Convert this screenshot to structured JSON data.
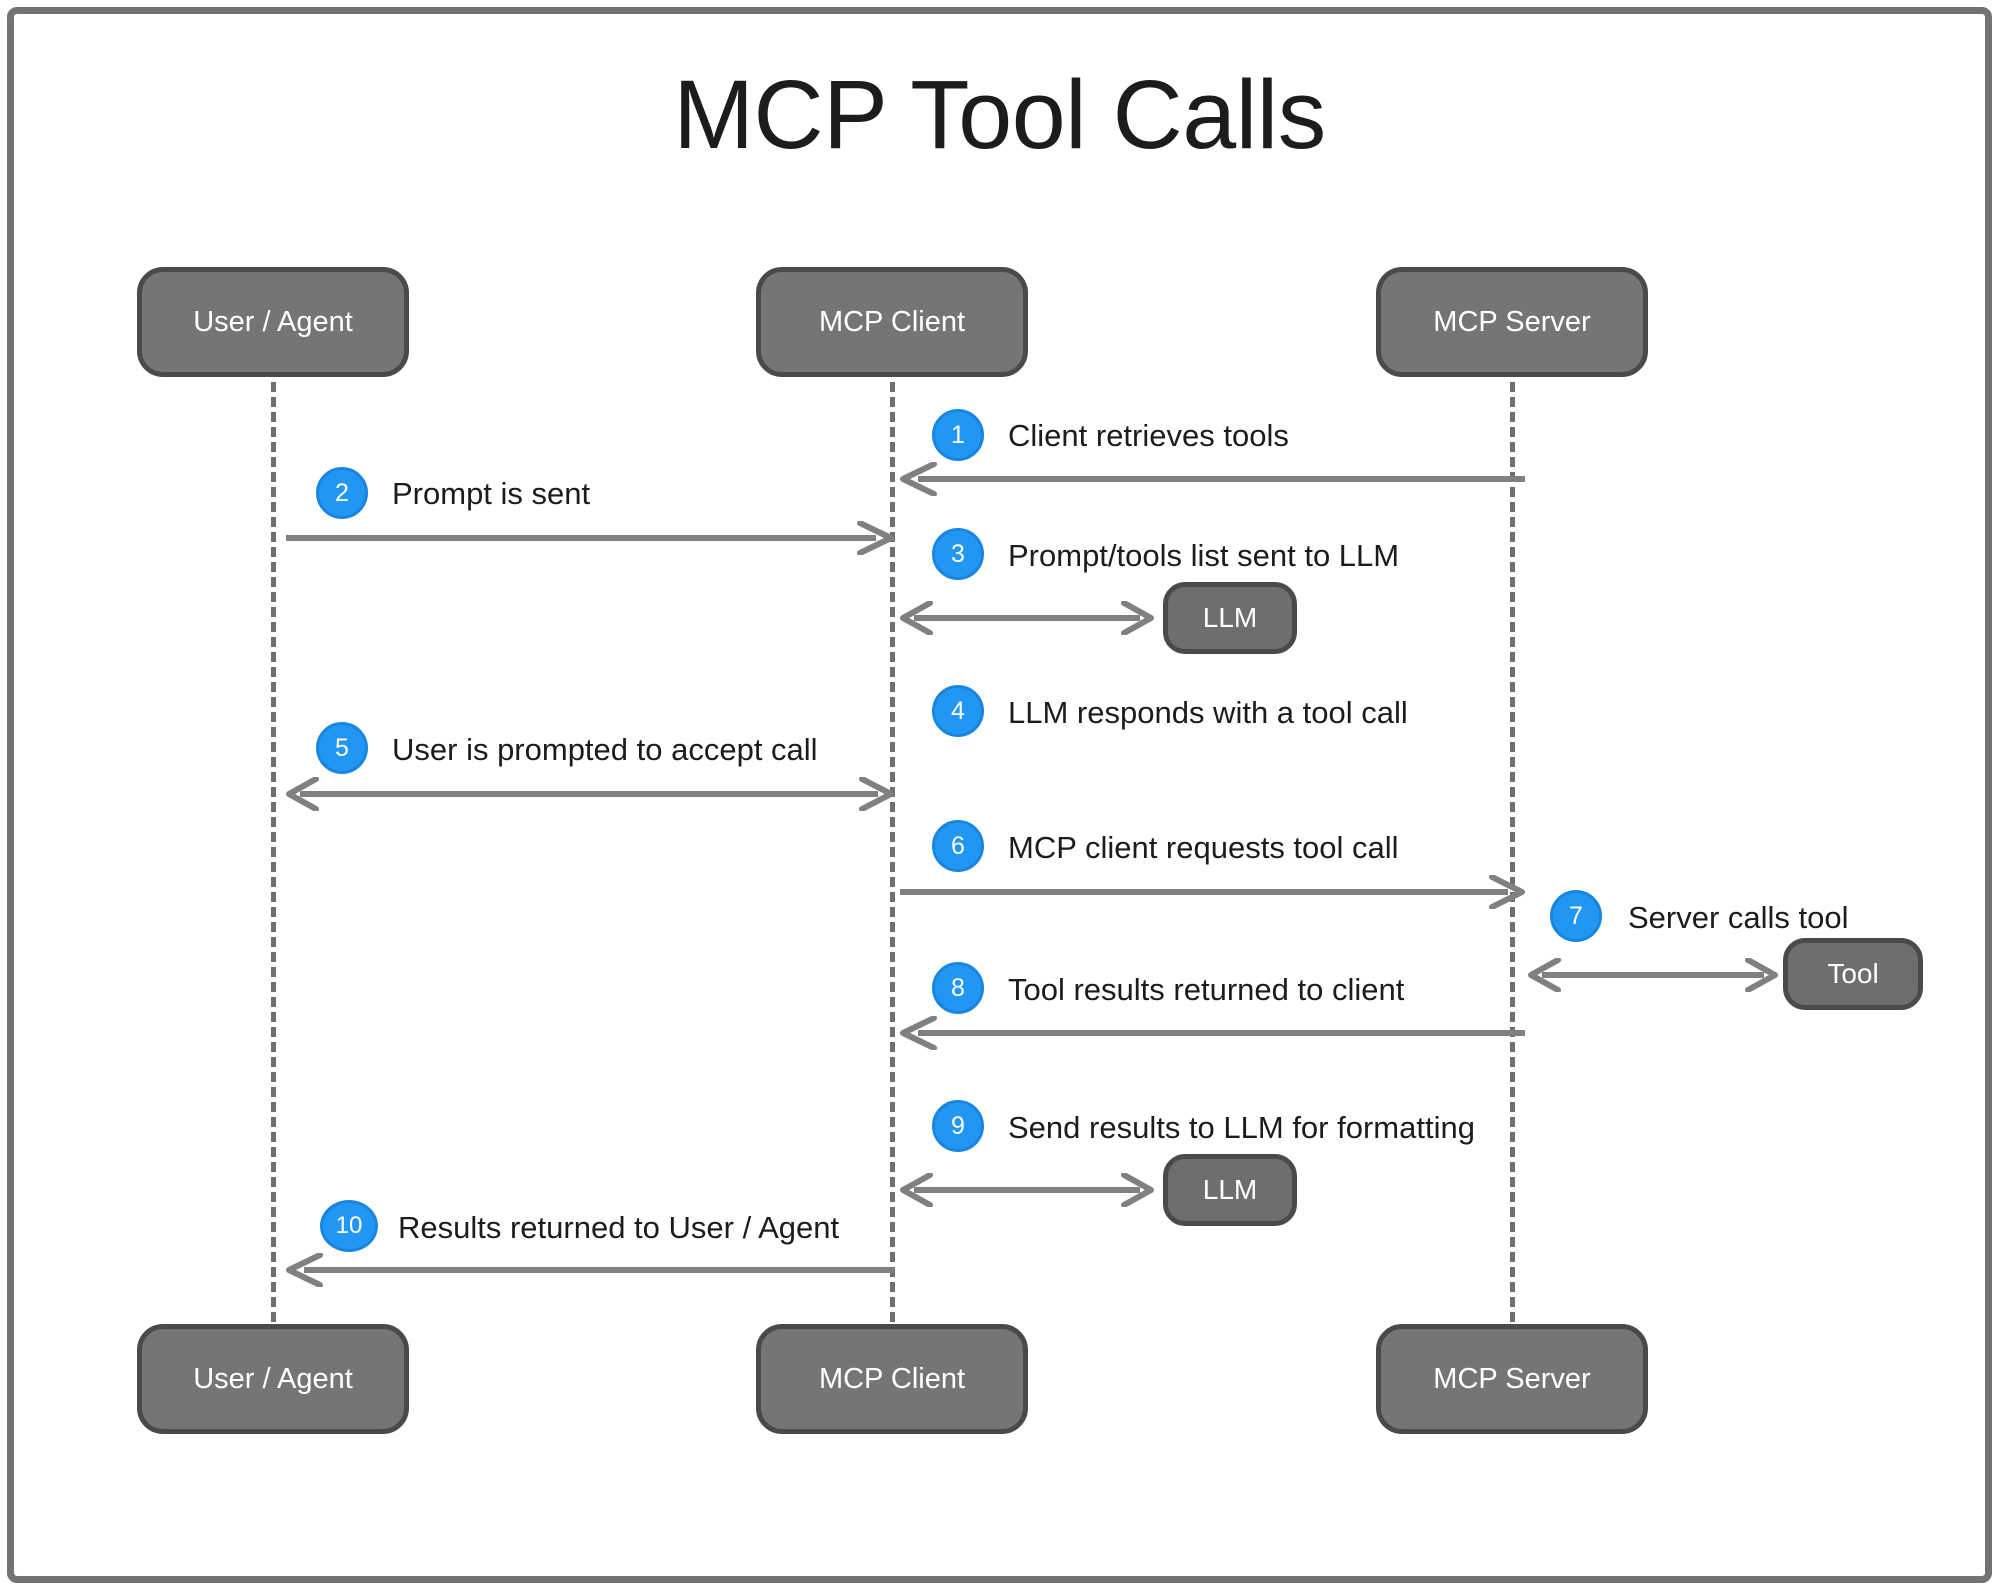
{
  "diagram": {
    "title": "MCP Tool Calls",
    "type": "sequence-diagram",
    "colors": {
      "badge_blue": "#2196f3",
      "participant_gray": "#757575",
      "participant_border": "#4a4a4a",
      "arrow_gray": "#808080",
      "lifeline_gray": "#6f6f6f",
      "frame_gray": "#737373",
      "text_dark": "#1c1c1c",
      "background": "#ffffff"
    }
  },
  "participants": [
    {
      "id": "user-agent",
      "label": "User / Agent"
    },
    {
      "id": "mcp-client",
      "label": "MCP Client"
    },
    {
      "id": "mcp-server",
      "label": "MCP Server"
    }
  ],
  "participants_bottom": [
    {
      "id": "user-agent",
      "label": "User / Agent"
    },
    {
      "id": "mcp-client",
      "label": "MCP Client"
    },
    {
      "id": "mcp-server",
      "label": "MCP Server"
    }
  ],
  "nodes": [
    {
      "id": "llm-1",
      "label": "LLM"
    },
    {
      "id": "tool",
      "label": "Tool"
    },
    {
      "id": "llm-2",
      "label": "LLM"
    }
  ],
  "steps": [
    {
      "number": "1",
      "label": "Client retrieves tools",
      "from": "mcp-server",
      "to": "mcp-client",
      "direction": "left"
    },
    {
      "number": "2",
      "label": "Prompt is sent",
      "from": "user-agent",
      "to": "mcp-client",
      "direction": "right"
    },
    {
      "number": "3",
      "label": "Prompt/tools list sent to LLM",
      "from": "mcp-client",
      "to": "llm-1",
      "direction": "both"
    },
    {
      "number": "4",
      "label": "LLM responds with a tool call",
      "from": "llm-1",
      "to": "mcp-client",
      "direction": "none"
    },
    {
      "number": "5",
      "label": "User is prompted to accept call",
      "from": "mcp-client",
      "to": "user-agent",
      "direction": "both"
    },
    {
      "number": "6",
      "label": "MCP client requests tool call",
      "from": "mcp-client",
      "to": "mcp-server",
      "direction": "right"
    },
    {
      "number": "7",
      "label": "Server calls tool",
      "from": "mcp-server",
      "to": "tool",
      "direction": "both"
    },
    {
      "number": "8",
      "label": "Tool results returned to client",
      "from": "mcp-server",
      "to": "mcp-client",
      "direction": "left"
    },
    {
      "number": "9",
      "label": "Send results to LLM for formatting",
      "from": "mcp-client",
      "to": "llm-2",
      "direction": "both"
    },
    {
      "number": "10",
      "label": "Results returned to User / Agent",
      "from": "mcp-client",
      "to": "user-agent",
      "direction": "left"
    }
  ]
}
